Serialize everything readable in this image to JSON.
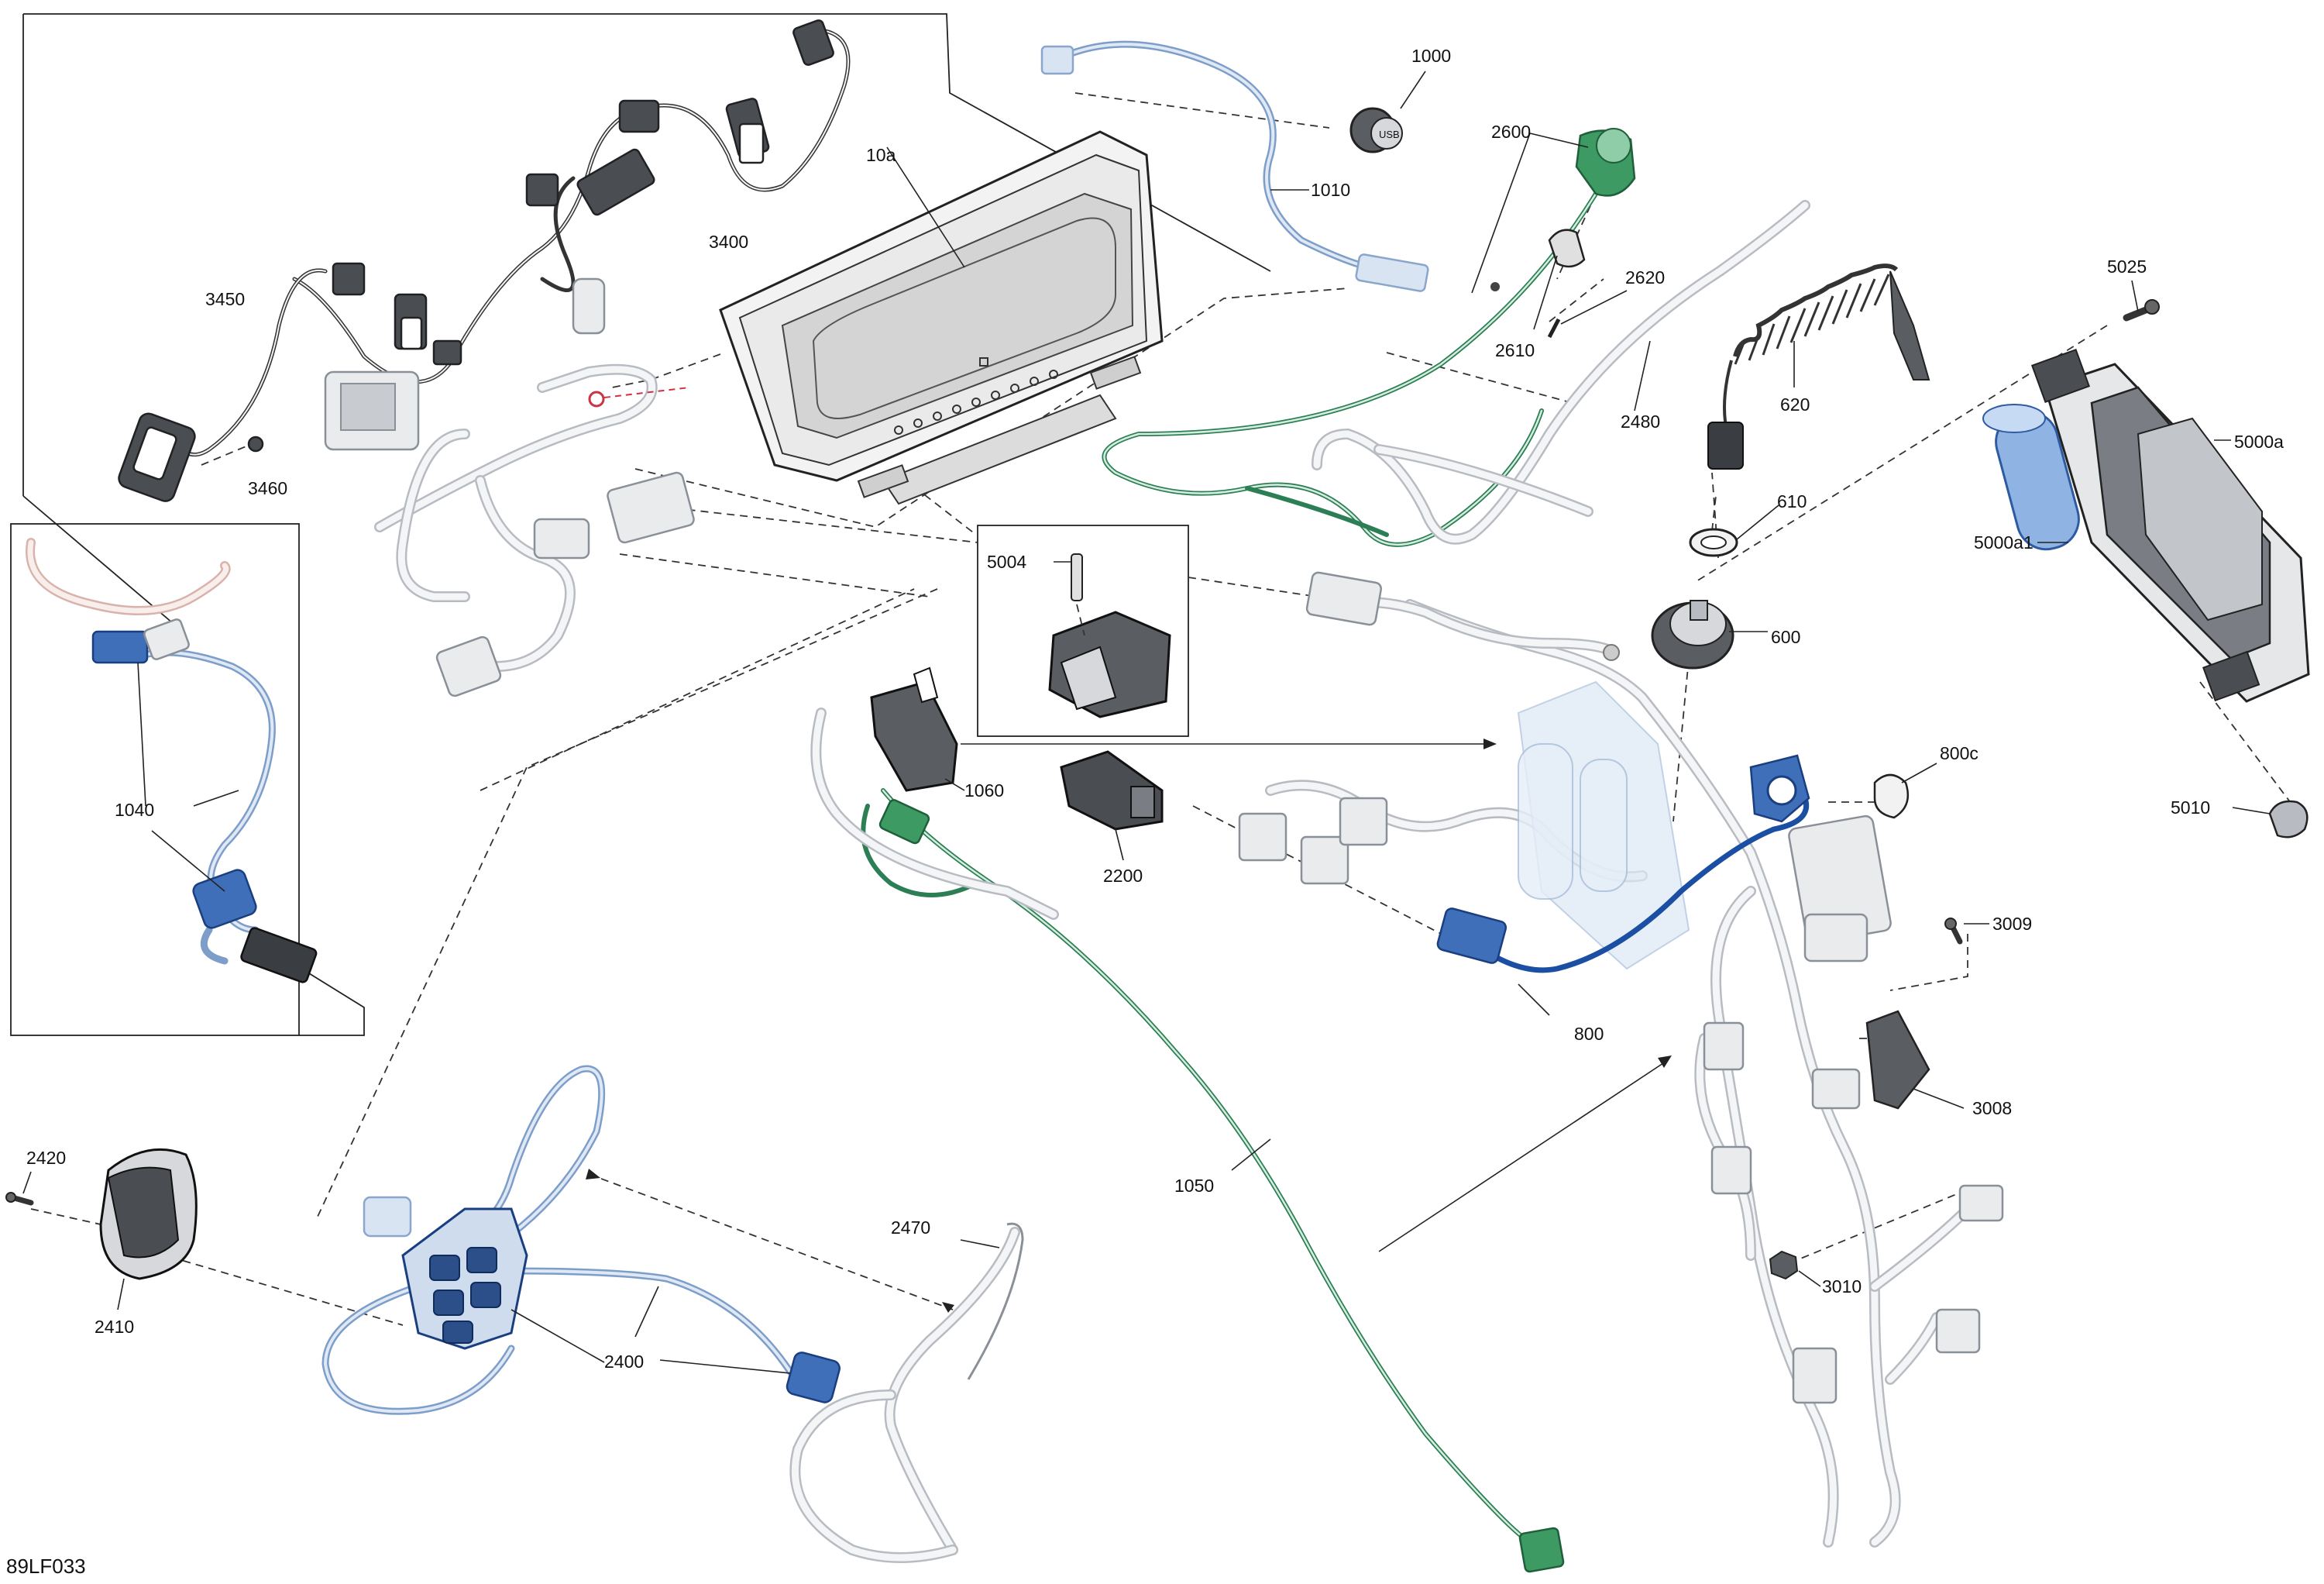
{
  "diagram_code": "89LF033",
  "labels": {
    "l1000": "1000",
    "l1010": "1010",
    "l10a": "10a",
    "l2600": "2600",
    "l2610": "2610",
    "l2620": "2620",
    "l2480": "2480",
    "l620": "620",
    "l610": "610",
    "l600": "600",
    "l5025": "5025",
    "l5000a": "5000a",
    "l5000a1": "5000a1",
    "l5010": "5010",
    "l3400": "3400",
    "l3450": "3450",
    "l3460": "3460",
    "l1040": "1040",
    "l5004": "5004",
    "l1060": "1060",
    "l2200": "2200",
    "l800c": "800c",
    "l3009": "3009",
    "l800": "800",
    "l3008": "3008",
    "l1050": "1050",
    "l3010": "3010",
    "l2420": "2420",
    "l2410": "2410",
    "l2470": "2470",
    "l2400": "2400"
  },
  "colors": {
    "wire_gray": "#b8bcc2",
    "wire_blue": "#1b4fa3",
    "wire_green": "#2c7f55",
    "display_screen": "#d4d4d4"
  }
}
